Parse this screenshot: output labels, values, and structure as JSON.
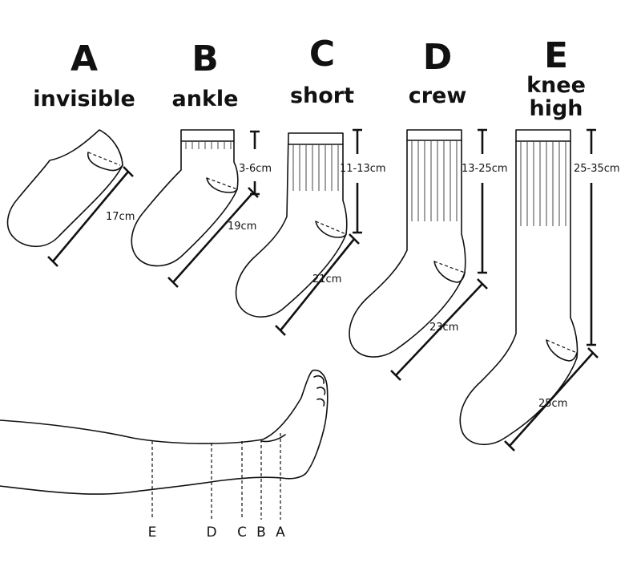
{
  "socks": [
    {
      "letter": "A",
      "name": "invisible",
      "foot_length": "17cm"
    },
    {
      "letter": "B",
      "name": "ankle",
      "foot_length": "19cm",
      "height_range": "3-6cm"
    },
    {
      "letter": "C",
      "name": "short",
      "foot_length": "21cm",
      "height_range": "11-13cm"
    },
    {
      "letter": "D",
      "name": "crew",
      "foot_length": "23cm",
      "height_range": "13-25cm"
    },
    {
      "letter": "E",
      "name": "knee high",
      "foot_length": "25cm",
      "height_range": "25-35cm"
    }
  ],
  "leg_markers": [
    "E",
    "D",
    "C",
    "B",
    "A"
  ]
}
